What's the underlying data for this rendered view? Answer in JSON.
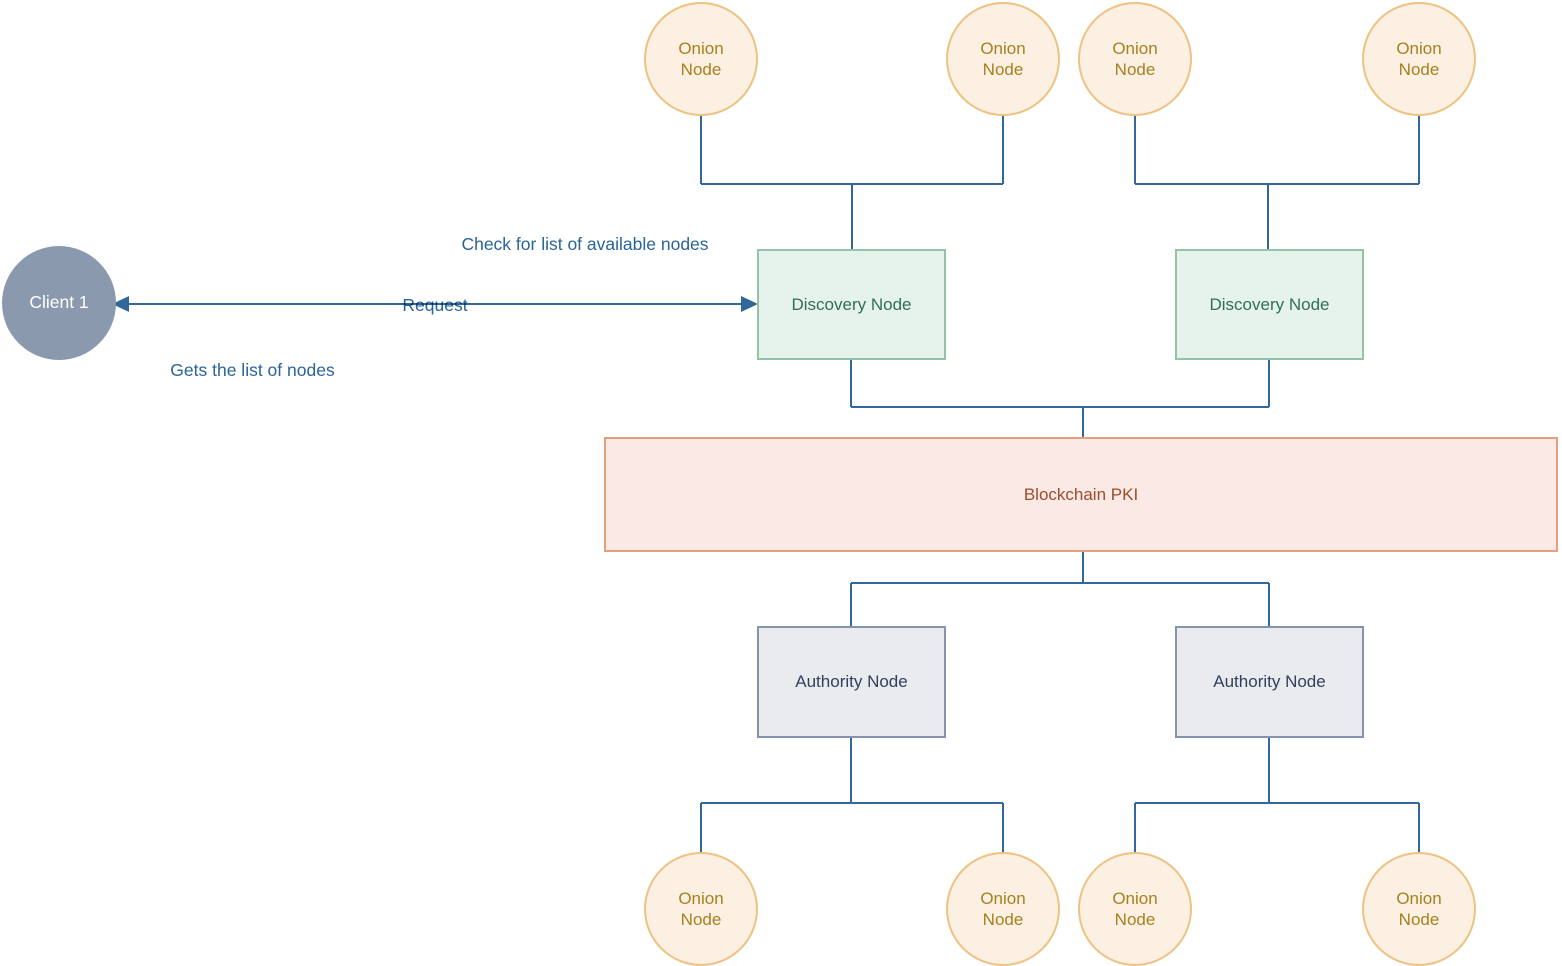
{
  "colors": {
    "connector_color": "#31679B",
    "label_text": "#2A6496",
    "onion_fill": "#FBF0E2",
    "onion_border": "#EFC182",
    "onion_text": "#A8801F",
    "discovery_fill": "#E6F2EC",
    "discovery_border": "#94C3A8",
    "discovery_text": "#2F7059",
    "pki_fill": "#FAE9E5",
    "pki_border": "#E3A07F",
    "pki_text": "#9E4D2C",
    "authority_fill": "#E9EBEF",
    "authority_border": "#8593AD",
    "client_fill": "#8A99AE",
    "client_text": "#FFFFFF"
  },
  "client": {
    "label": "Client 1"
  },
  "annotations": {
    "check_label": "Check for list of available nodes",
    "request_label": "Request",
    "gets_label": "Gets the list of nodes"
  },
  "pki": {
    "label": "Blockchain PKI"
  },
  "onion_nodes_top": [
    {
      "label": "Onion Node"
    },
    {
      "label": "Onion Node"
    },
    {
      "label": "Onion Node"
    },
    {
      "label": "Onion Node"
    }
  ],
  "discovery_nodes": [
    {
      "label": "Discovery Node"
    },
    {
      "label": "Discovery Node"
    }
  ],
  "authority_nodes": [
    {
      "label": "Authority Node"
    },
    {
      "label": "Authority Node"
    }
  ],
  "onion_nodes_bottom": [
    {
      "label": "Onion Node"
    },
    {
      "label": "Onion Node"
    },
    {
      "label": "Onion Node"
    },
    {
      "label": "Onion Node"
    }
  ]
}
